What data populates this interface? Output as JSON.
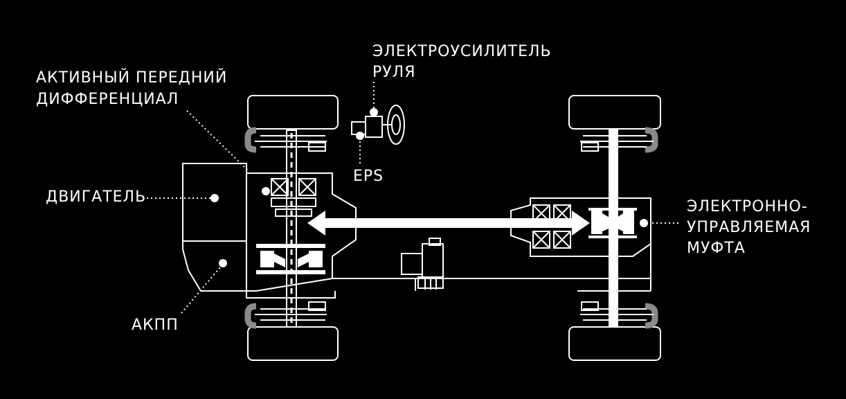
{
  "labels": {
    "steering_line1": "ЭЛЕКТРОУСИЛИТЕЛЬ",
    "steering_line2": "РУЛЯ",
    "diff_line1": "АКТИВНЫЙ ПЕРЕДНИЙ",
    "diff_line2": "ДИФФЕРЕНЦИАЛ",
    "eps": "EPS",
    "engine": "ДВИГАТЕЛЬ",
    "gearbox": "АКПП",
    "coupling_line1": "ЭЛЕКТРОННО-",
    "coupling_line2": "УПРАВЛЯЕМАЯ",
    "coupling_line3": "МУФТА"
  },
  "colors": {
    "background": "#000000",
    "outline": "#ffffff",
    "hub_grey": "#8a8a8a"
  }
}
